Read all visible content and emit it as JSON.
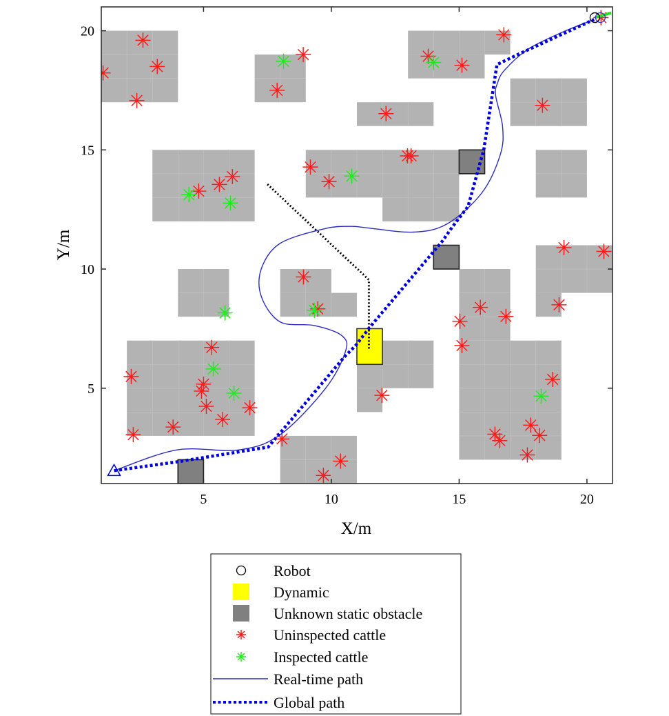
{
  "chart_data": {
    "type": "scatter",
    "title": "",
    "xlabel": "X/m",
    "ylabel": "Y/m",
    "xlim": [
      1,
      21
    ],
    "ylim": [
      1,
      21
    ],
    "xticks": [
      "5",
      "10",
      "15",
      "20"
    ],
    "xtick_values": [
      5,
      10,
      15,
      20
    ],
    "yticks": [
      "5",
      "10",
      "15",
      "20"
    ],
    "ytick_values": [
      5,
      10,
      15,
      20
    ],
    "grid": false,
    "legend_placement": "below",
    "colors": {
      "block": "#b3b3b3",
      "static_obstacle": "#808080",
      "dynamic": "#ffff00",
      "uninspected": "#ff1a1a",
      "inspected": "#1aee1a",
      "realtime_path": "#2a2ac0",
      "global_path": "#0000dd",
      "dynamic_path": "#000000",
      "heading": "#22dd22"
    },
    "known_blocks": [
      [
        [
          1,
          17
        ],
        [
          4,
          20
        ]
      ],
      [
        [
          7,
          17
        ],
        [
          9,
          19
        ]
      ],
      [
        [
          13,
          19
        ],
        [
          17,
          20
        ]
      ],
      [
        [
          13,
          18
        ],
        [
          16,
          19
        ]
      ],
      [
        [
          11,
          16
        ],
        [
          14,
          17
        ]
      ],
      [
        [
          17,
          16
        ],
        [
          20,
          18
        ]
      ],
      [
        [
          3,
          12
        ],
        [
          7,
          15
        ]
      ],
      [
        [
          9,
          13
        ],
        [
          15,
          15
        ]
      ],
      [
        [
          12,
          12
        ],
        [
          15,
          13
        ]
      ],
      [
        [
          18,
          13
        ],
        [
          20,
          15
        ]
      ],
      [
        [
          4,
          8
        ],
        [
          6,
          10
        ]
      ],
      [
        [
          8,
          9
        ],
        [
          10,
          10
        ]
      ],
      [
        [
          8,
          8
        ],
        [
          11,
          9
        ]
      ],
      [
        [
          2,
          3
        ],
        [
          7,
          7
        ]
      ],
      [
        [
          8,
          1
        ],
        [
          11,
          3
        ]
      ],
      [
        [
          11,
          5
        ],
        [
          14,
          7
        ]
      ],
      [
        [
          11,
          4
        ],
        [
          12,
          5
        ]
      ],
      [
        [
          15,
          7
        ],
        [
          17,
          10
        ]
      ],
      [
        [
          15,
          2
        ],
        [
          19,
          7
        ]
      ],
      [
        [
          18,
          9
        ],
        [
          21,
          11
        ]
      ],
      [
        [
          18,
          8
        ],
        [
          19,
          9
        ]
      ]
    ],
    "unknown_static_obstacles": [
      [
        [
          4,
          1
        ],
        [
          5,
          2
        ]
      ],
      [
        [
          15,
          14
        ],
        [
          16,
          15
        ]
      ],
      [
        [
          14,
          10
        ],
        [
          15,
          11
        ]
      ]
    ],
    "dynamic_obstacle": [
      [
        11,
        6
      ],
      [
        12,
        7.5
      ]
    ],
    "dynamic_obstacle_path": [
      [
        7.5,
        13.56
      ],
      [
        11.47,
        9.55
      ],
      [
        11.47,
        6.59
      ]
    ],
    "uninspected_cattle": [
      [
        1.07,
        18.23
      ],
      [
        2.63,
        19.6
      ],
      [
        3.19,
        18.5
      ],
      [
        2.39,
        17.07
      ],
      [
        7.88,
        17.5
      ],
      [
        8.9,
        19.0
      ],
      [
        13.79,
        18.93
      ],
      [
        15.11,
        18.55
      ],
      [
        16.75,
        19.83
      ],
      [
        12.14,
        16.52
      ],
      [
        18.26,
        16.87
      ],
      [
        12.98,
        14.75
      ],
      [
        13.12,
        14.75
      ],
      [
        9.18,
        14.28
      ],
      [
        9.91,
        13.67
      ],
      [
        4.81,
        13.27
      ],
      [
        5.62,
        13.55
      ],
      [
        6.13,
        13.88
      ],
      [
        8.91,
        9.67
      ],
      [
        9.47,
        8.33
      ],
      [
        5.32,
        6.71
      ],
      [
        2.17,
        5.49
      ],
      [
        5.0,
        5.17
      ],
      [
        4.92,
        4.88
      ],
      [
        5.11,
        4.24
      ],
      [
        6.81,
        4.18
      ],
      [
        5.75,
        3.69
      ],
      [
        3.81,
        3.37
      ],
      [
        2.25,
        3.05
      ],
      [
        8.07,
        2.87
      ],
      [
        10.36,
        1.94
      ],
      [
        9.69,
        1.34
      ],
      [
        11.98,
        4.7
      ],
      [
        15.83,
        8.39
      ],
      [
        16.83,
        8.01
      ],
      [
        15.03,
        7.81
      ],
      [
        15.11,
        6.79
      ],
      [
        19.1,
        10.9
      ],
      [
        20.66,
        10.74
      ],
      [
        18.91,
        8.5
      ],
      [
        18.66,
        5.37
      ],
      [
        17.8,
        3.45
      ],
      [
        18.15,
        3.02
      ],
      [
        16.4,
        3.07
      ],
      [
        16.59,
        2.8
      ],
      [
        17.67,
        2.2
      ],
      [
        20.55,
        20.55
      ]
    ],
    "inspected_cattle": [
      [
        8.13,
        18.72
      ],
      [
        14.0,
        18.67
      ],
      [
        10.8,
        13.9
      ],
      [
        4.43,
        13.12
      ],
      [
        6.05,
        12.77
      ],
      [
        9.34,
        8.27
      ],
      [
        5.84,
        8.16
      ],
      [
        5.38,
        5.81
      ],
      [
        6.19,
        4.79
      ],
      [
        18.21,
        4.67
      ]
    ],
    "robot": [
      20.31,
      20.55
    ],
    "robot_heading_end": [
      20.95,
      20.75
    ],
    "start": [
      1.5,
      1.54
    ],
    "realtime_path": [
      [
        1.5,
        1.54
      ],
      [
        3.95,
        2.41
      ],
      [
        6.37,
        2.41
      ],
      [
        8.0,
        3.05
      ],
      [
        9.77,
        4.99
      ],
      [
        10.55,
        6.53
      ],
      [
        10.42,
        7.2
      ],
      [
        9.34,
        7.63
      ],
      [
        8.0,
        7.78
      ],
      [
        7.26,
        8.85
      ],
      [
        7.26,
        10.01
      ],
      [
        8.0,
        11.08
      ],
      [
        9.77,
        11.7
      ],
      [
        10.77,
        11.79
      ],
      [
        11.39,
        11.73
      ],
      [
        13.19,
        11.55
      ],
      [
        14.54,
        11.9
      ],
      [
        15.89,
        13.2
      ],
      [
        16.61,
        14.8
      ],
      [
        16.7,
        15.97
      ],
      [
        16.43,
        17.27
      ],
      [
        16.5,
        17.8
      ],
      [
        16.78,
        18.35
      ],
      [
        17.69,
        19.22
      ],
      [
        19.04,
        19.94
      ],
      [
        20.28,
        20.47
      ]
    ],
    "global_path": [
      [
        1.5,
        1.54
      ],
      [
        4.03,
        1.92
      ],
      [
        7.53,
        2.53
      ],
      [
        10.5,
        6.3
      ],
      [
        10.96,
        6.8
      ],
      [
        11.5,
        7.55
      ],
      [
        14.35,
        11.18
      ],
      [
        14.73,
        11.76
      ],
      [
        15.35,
        12.63
      ],
      [
        15.97,
        15.04
      ],
      [
        16.48,
        18.58
      ],
      [
        17.43,
        19.07
      ],
      [
        20.28,
        20.47
      ]
    ],
    "legend": [
      {
        "label": "Robot",
        "marker": "circle"
      },
      {
        "label": "Dynamic",
        "marker": "yellow-square"
      },
      {
        "label": "Unknown static obstacle",
        "marker": "gray-square"
      },
      {
        "label": "Uninspected cattle",
        "marker": "red-star"
      },
      {
        "label": "Inspected cattle",
        "marker": "green-star"
      },
      {
        "label": "Real-time path",
        "marker": "solid-line"
      },
      {
        "label": "Global path",
        "marker": "dotted-line"
      }
    ]
  }
}
